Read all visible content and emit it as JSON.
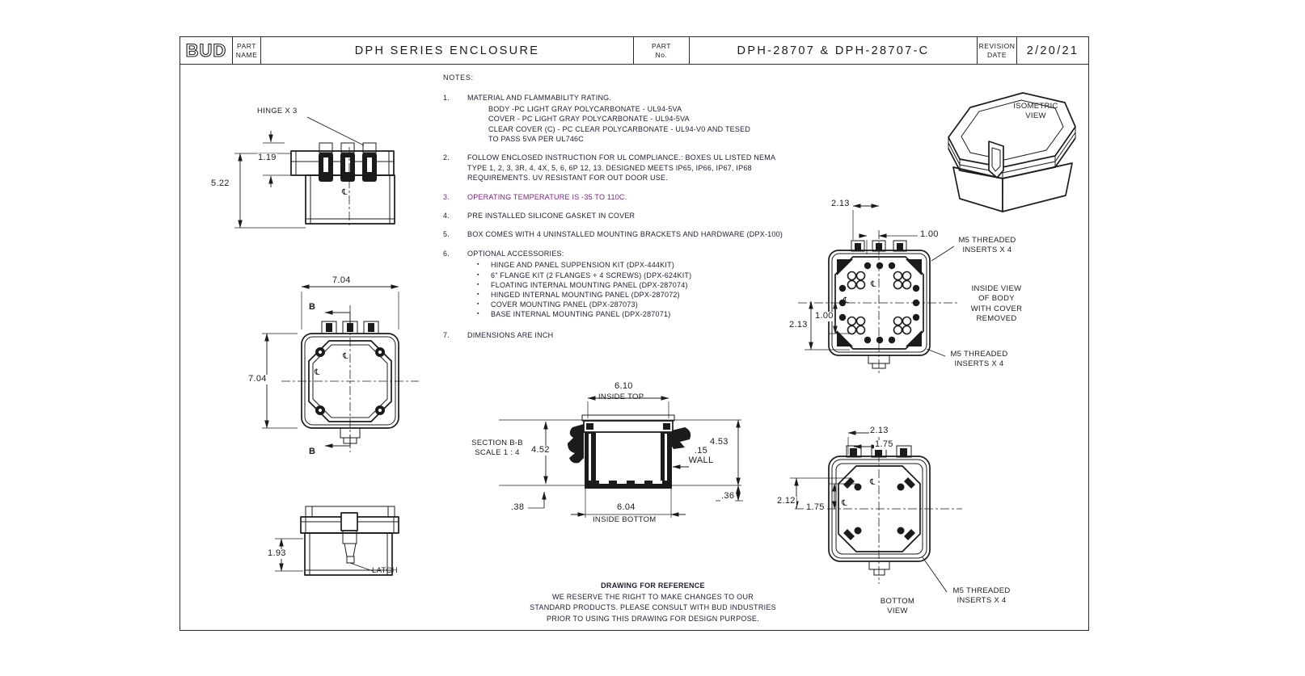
{
  "title_block": {
    "logo": "BUD",
    "part_name_label": "PART\nNAME",
    "part_name": "DPH SERIES ENCLOSURE",
    "part_no_label": "PART\nNo.",
    "part_no": "DPH-28707 & DPH-28707-C",
    "revision_label": "REVISION\nDATE",
    "revision_date": "2/20/21"
  },
  "notes": {
    "heading": "NOTES:",
    "bullet": "▪",
    "n1": {
      "num": "1.",
      "text": "MATERIAL AND FLAMMABILITY RATING.",
      "sub": "BODY -PC LIGHT GRAY POLYCARBONATE - UL94-5VA\nCOVER - PC LIGHT GRAY POLYCARBONATE - UL94-5VA\nCLEAR COVER (C) - PC CLEAR POLYCARBONATE - UL94-V0 AND TESED\nTO PASS 5VA PER UL746C"
    },
    "n2": {
      "num": "2.",
      "text": "FOLLOW ENCLOSED INSTRUCTION FOR UL COMPLIANCE.: BOXES UL LISTED NEMA TYPE 1, 2, 3, 3R, 4, 4X, 5, 6, 6P 12, 13. DESIGNED MEETS IP65, IP66, IP67, IP68 REQUIREMENTS. UV RESISTANT FOR OUT DOOR USE."
    },
    "n3": {
      "num": "3.",
      "text": "OPERATING TEMPERATURE IS -35 TO 110C."
    },
    "n4": {
      "num": "4.",
      "text": "PRE INSTALLED SILICONE GASKET IN COVER"
    },
    "n5": {
      "num": "5.",
      "text": "BOX COMES WITH 4 UNINSTALLED MOUNTING BRACKETS AND HARDWARE (DPX-100)"
    },
    "n6": {
      "num": "6.",
      "text": "OPTIONAL ACCESSORIES:",
      "items": [
        "HINGE AND PANEL SUPPENSION KIT  (DPX-444KIT)",
        "6\" FLANGE KIT (2 FLANGES + 4 SCREWS)  (DPX-624KIT)",
        "FLOATING INTERNAL MOUNTING PANEL  (DPX-287074)",
        "HINGED INTERNAL MOUNTING PANEL  (DPX-287072)",
        "COVER MOUNTING PANEL  (DPX-287073)",
        "BASE INTERNAL MOUNTING PANEL  (DPX-287071)"
      ]
    },
    "n7": {
      "num": "7.",
      "text": "DIMENSIONS ARE INCH"
    }
  },
  "views": {
    "side_hinge": {
      "label_hinge": "HINGE X 3",
      "dim_119": "1.19",
      "dim_522": "5.22",
      "centerline_symbol": "℄"
    },
    "front": {
      "dim_width": "7.04",
      "dim_height": "7.04",
      "section_letter": "B",
      "centerline_symbol": "℄"
    },
    "side_latch": {
      "dim_193": "1.93",
      "label_latch": "LATCH"
    },
    "section_bb": {
      "title": "SECTION B-B\nSCALE 1 : 4",
      "dim_610": "6.10",
      "label_inside_top": "INSIDE TOP",
      "dim_452": "4.52",
      "dim_453": "4.53",
      "dim_wall": ".15\nWALL",
      "dim_604": "6.04",
      "label_inside_bottom": "INSIDE BOTTOM",
      "dim_38": ".38",
      "dim_36": ".36"
    },
    "isometric": {
      "label": "ISOMETRIC\nVIEW"
    },
    "inside_body": {
      "dim_213_top": "2.13",
      "dim_100_top": "1.00",
      "dim_100_left": "1.00",
      "dim_213_left": "2.13",
      "label_m5_top": "M5 THREADED\nINSERTS X 4",
      "label_m5_bottom": "M5 THREADED\nINSERTS X 4",
      "caption": "INSIDE VIEW\nOF BODY\nWITH COVER\nREMOVED",
      "centerline_symbol": "℄"
    },
    "bottom": {
      "dim_213": "2.13",
      "dim_175_top": "1.75",
      "dim_212": "2.12",
      "dim_175_left": "1.75",
      "label_m5": "M5 THREADED\nINSERTS X 4",
      "caption": "BOTTOM\nVIEW",
      "centerline_symbol": "℄"
    }
  },
  "disclaimer": {
    "title": "DRAWING FOR REFERENCE",
    "body": "WE RESERVE THE RIGHT TO MAKE CHANGES TO OUR\nSTANDARD PRODUCTS. PLEASE CONSULT WITH BUD INDUSTRIES\nPRIOR TO USING THIS DRAWING FOR DESIGN PURPOSE."
  },
  "colors": {
    "line": "#1b1b1b",
    "text": "#1d1d30",
    "note_highlight": "#7b2482"
  }
}
